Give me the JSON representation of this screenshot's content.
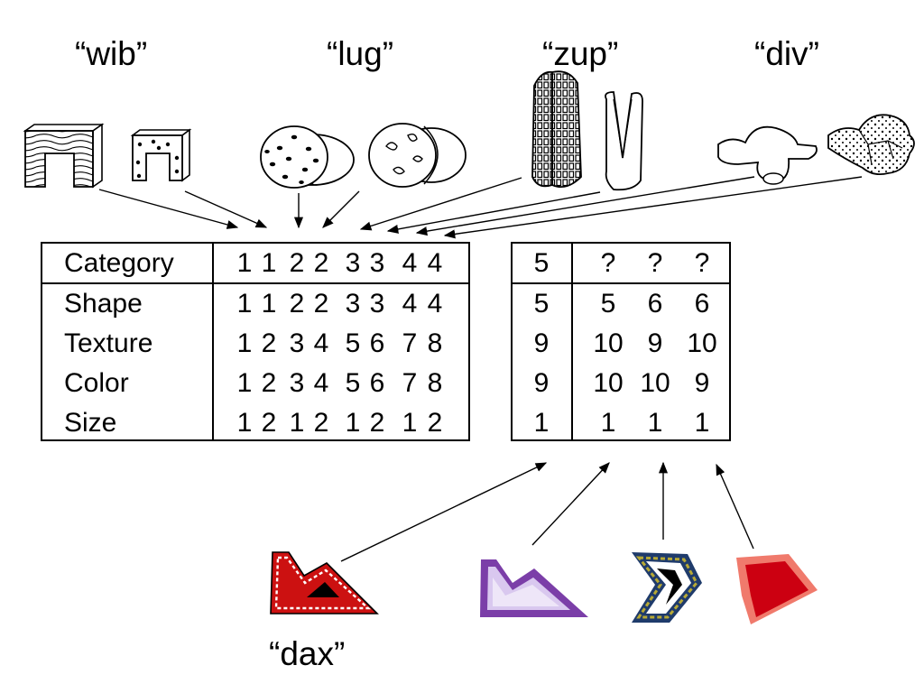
{
  "labels": {
    "wib": "“wib”",
    "lug": "“lug”",
    "zup": "“zup”",
    "div": "“div”",
    "dax": "“dax”"
  },
  "row_labels": [
    "Category",
    "Shape",
    "Texture",
    "Color",
    "Size"
  ],
  "known_values": [
    [
      "1",
      "1",
      "2",
      "2",
      "3",
      "3",
      "4",
      "4"
    ],
    [
      "1",
      "1",
      "2",
      "2",
      "3",
      "3",
      "4",
      "4"
    ],
    [
      "1",
      "2",
      "3",
      "4",
      "5",
      "6",
      "7",
      "8"
    ],
    [
      "1",
      "2",
      "3",
      "4",
      "5",
      "6",
      "7",
      "8"
    ],
    [
      "1",
      "2",
      "1",
      "2",
      "1",
      "2",
      "1",
      "2"
    ]
  ],
  "test_values": [
    [
      "5",
      "?",
      "?",
      "?"
    ],
    [
      "5",
      "5",
      "6",
      "6"
    ],
    [
      "9",
      "10",
      "9",
      "10"
    ],
    [
      "9",
      "10",
      "10",
      "9"
    ],
    [
      "1",
      "1",
      "1",
      "1"
    ]
  ],
  "colors": {
    "red": "#cc1111",
    "salmon": "#f07a6c",
    "purple": "#7b3ea8",
    "lavender": "#d9c8ef",
    "navy": "#1f3b6b",
    "olive": "#b7a935"
  }
}
